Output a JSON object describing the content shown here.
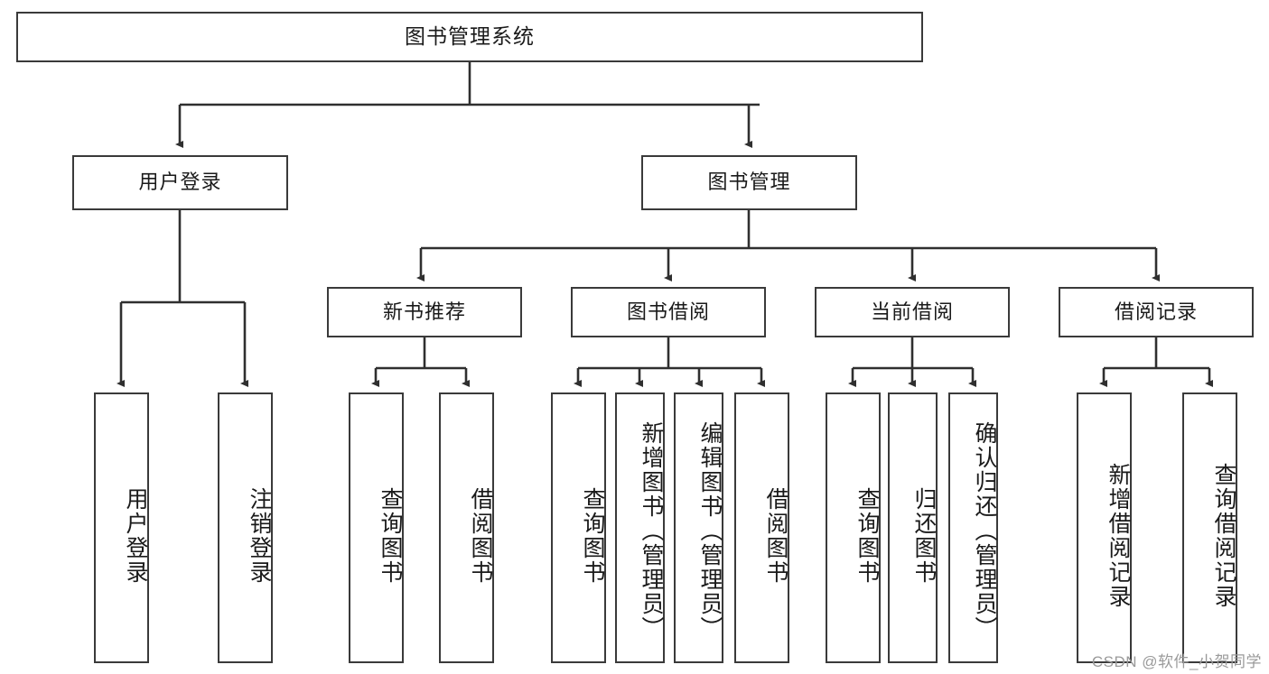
{
  "diagram": {
    "title": "图书管理系统",
    "type": "hierarchy-tree",
    "colors": {
      "box_border": "#3a3a3a",
      "box_fill": "#ffffff",
      "edge": "#2f2f2f",
      "text": "#1a1a1a",
      "watermark": "#9a9a9a"
    },
    "root": {
      "label": "图书管理系统"
    },
    "level2": [
      {
        "label": "用户登录"
      },
      {
        "label": "图书管理"
      }
    ],
    "level3": [
      {
        "label": "新书推荐"
      },
      {
        "label": "图书借阅"
      },
      {
        "label": "当前借阅"
      },
      {
        "label": "借阅记录"
      }
    ],
    "leaves": {
      "user_login": [
        {
          "label": "用户登录"
        },
        {
          "label": "注销登录"
        }
      ],
      "new_book_recommend": [
        {
          "label": "查询图书"
        },
        {
          "label": "借阅图书"
        }
      ],
      "book_borrow": [
        {
          "label": "查询图书"
        },
        {
          "label": "新增图书（管理员）"
        },
        {
          "label": "编辑图书（管理员）"
        },
        {
          "label": "借阅图书"
        }
      ],
      "current_borrow": [
        {
          "label": "查询图书"
        },
        {
          "label": "归还图书"
        },
        {
          "label": "确认归还（管理员）"
        }
      ],
      "borrow_record": [
        {
          "label": "新增借阅记录"
        },
        {
          "label": "查询借阅记录"
        }
      ]
    }
  },
  "watermark": {
    "text": "CSDN @软件_小贺同学"
  }
}
